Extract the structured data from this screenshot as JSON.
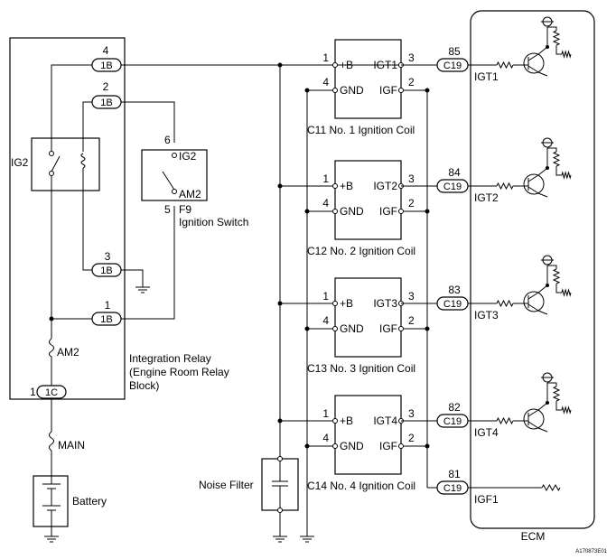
{
  "relay_block": {
    "pins": {
      "p4": {
        "num": "4",
        "conn": "1B"
      },
      "p2": {
        "num": "2",
        "conn": "1B"
      },
      "p3": {
        "num": "3",
        "conn": "1B"
      },
      "p1": {
        "num": "1",
        "conn": "1B"
      },
      "p1c": {
        "num": "1",
        "conn": "1C"
      }
    },
    "relay_label": "IG2",
    "fuse_label": "AM2",
    "caption": [
      "Integration Relay",
      "(Engine Room Relay",
      "Block)"
    ]
  },
  "main_fuse_label": "MAIN",
  "battery_label": "Battery",
  "ignition_switch": {
    "pin_top": "6",
    "pin_bottom": "5",
    "label_top": "IG2",
    "label_bottom": "AM2",
    "code": "F9",
    "name": "Ignition Switch"
  },
  "coils": [
    {
      "caption": "C11 No. 1 Ignition Coil",
      "pins": [
        "1",
        "4",
        "3",
        "2"
      ],
      "b_label": "+B",
      "gnd_label": "GND",
      "igt_label": "IGT1",
      "igf_label": "IGF"
    },
    {
      "caption": "C12 No. 2 Ignition Coil",
      "pins": [
        "1",
        "4",
        "3",
        "2"
      ],
      "b_label": "+B",
      "gnd_label": "GND",
      "igt_label": "IGT2",
      "igf_label": "IGF"
    },
    {
      "caption": "C13 No. 3 Ignition Coil",
      "pins": [
        "1",
        "4",
        "3",
        "2"
      ],
      "b_label": "+B",
      "gnd_label": "GND",
      "igt_label": "IGT3",
      "igf_label": "IGF"
    },
    {
      "caption": "C14 No. 4 Ignition Coil",
      "pins": [
        "1",
        "4",
        "3",
        "2"
      ],
      "b_label": "+B",
      "gnd_label": "GND",
      "igt_label": "IGT4",
      "igf_label": "IGF"
    }
  ],
  "ecm_connectors": [
    {
      "pin": "85",
      "conn": "C19",
      "signal": "IGT1"
    },
    {
      "pin": "84",
      "conn": "C19",
      "signal": "IGT2"
    },
    {
      "pin": "83",
      "conn": "C19",
      "signal": "IGT3"
    },
    {
      "pin": "82",
      "conn": "C19",
      "signal": "IGT4"
    },
    {
      "pin": "81",
      "conn": "C19",
      "signal": "IGF1"
    }
  ],
  "noise_filter_label": "Noise Filter",
  "ecm_label": "ECM",
  "figure_id": "A170873E01"
}
